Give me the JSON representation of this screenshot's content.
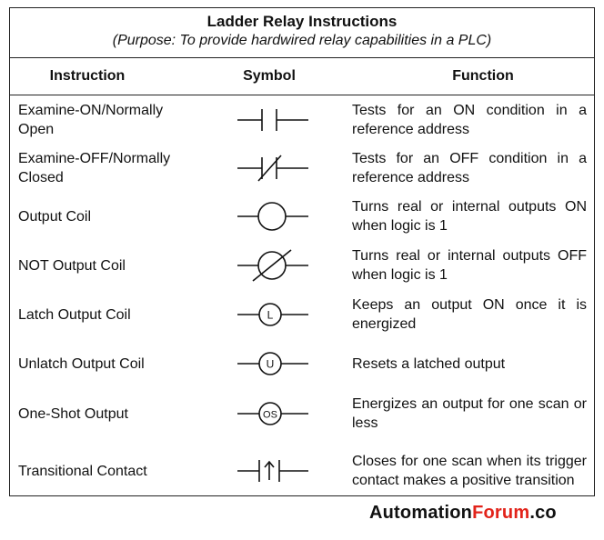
{
  "title": "Ladder Relay Instructions",
  "subtitle": "(Purpose: To provide hardwired relay capabilities in a PLC)",
  "headers": {
    "instruction": "Instruction",
    "symbol": "Symbol",
    "function": "Function"
  },
  "rows": [
    {
      "instruction": "Examine-ON/Normally Open",
      "symbol": "normally-open-contact-icon",
      "function": "Tests for an ON condition in a reference address"
    },
    {
      "instruction": "Examine-OFF/Normally Closed",
      "symbol": "normally-closed-contact-icon",
      "function": "Tests for an OFF condition in a reference address"
    },
    {
      "instruction": "Output Coil",
      "symbol": "output-coil-icon",
      "function": "Turns real or internal outputs ON when logic is 1"
    },
    {
      "instruction": "NOT Output Coil",
      "symbol": "not-output-coil-icon",
      "function": "Turns real or internal outputs OFF when logic is 1"
    },
    {
      "instruction": "Latch Output Coil",
      "symbol": "latch-coil-icon",
      "symbol_letter": "L",
      "function": "Keeps an output ON once it is energized"
    },
    {
      "instruction": "Unlatch Output Coil",
      "symbol": "unlatch-coil-icon",
      "symbol_letter": "U",
      "function": "Resets a latched output"
    },
    {
      "instruction": "One-Shot Output",
      "symbol": "one-shot-coil-icon",
      "symbol_letter": "OS",
      "function": "Energizes an output for one scan or less"
    },
    {
      "instruction": "Transitional Contact",
      "symbol": "transitional-contact-icon",
      "function": "Closes for one scan when its trigger contact makes a positive transition"
    }
  ],
  "brand": {
    "part1": "Automation",
    "part2": "Forum",
    "part3": ".co"
  }
}
